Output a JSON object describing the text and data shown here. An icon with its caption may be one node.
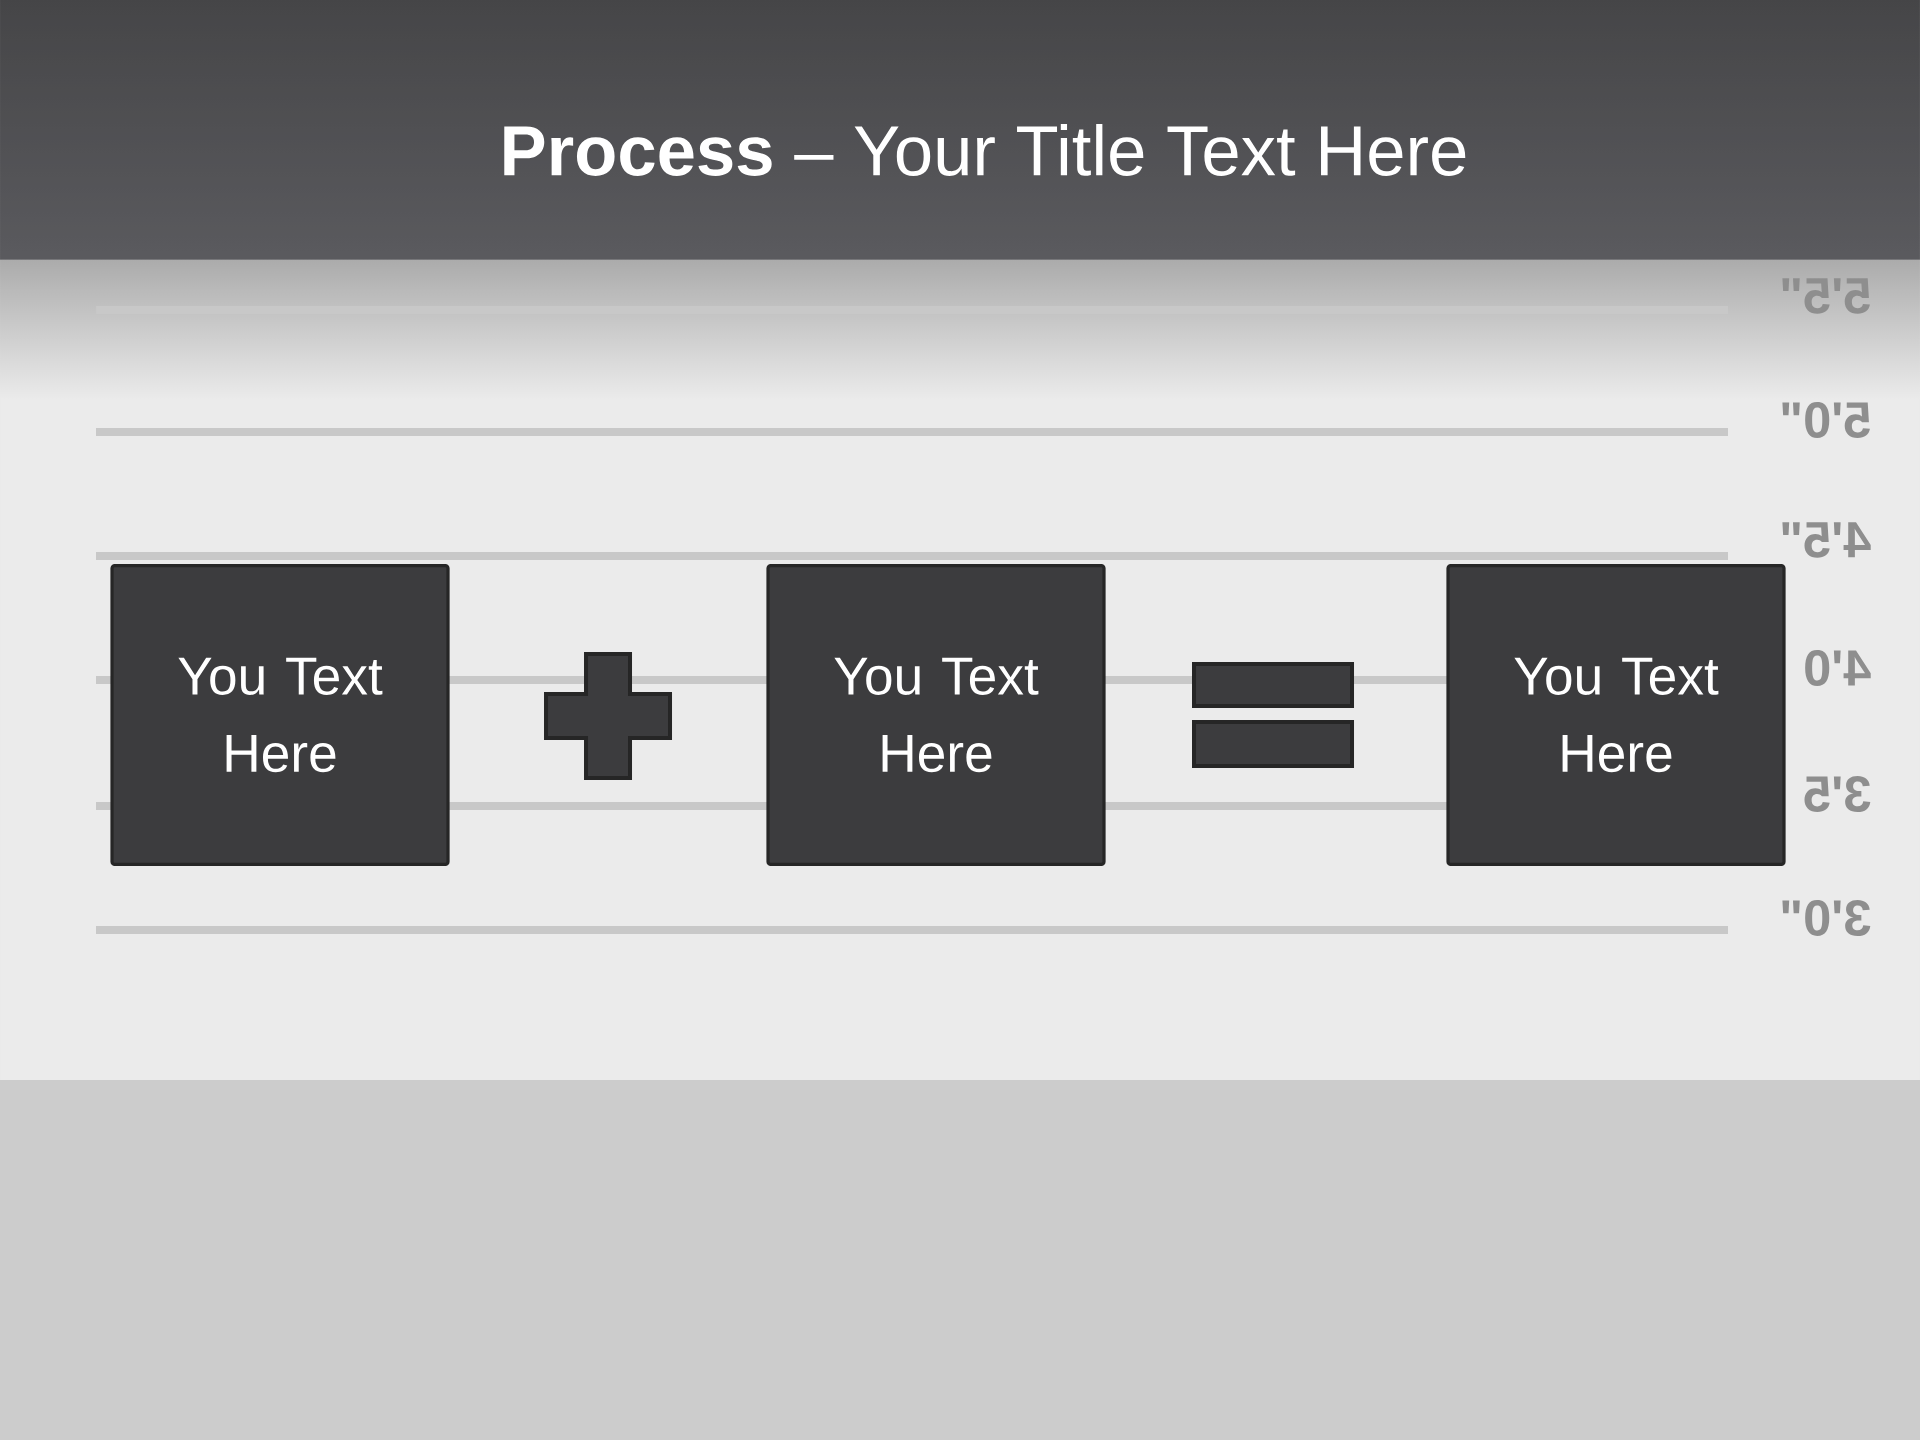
{
  "diagram": {
    "title": "**Process** – Your Title Text Here",
    "nodes": [
      {
        "text": [
          "You Text Here"
        ]
      },
      {
        "text": [
          "You Text Here"
        ]
      },
      {
        "text": [
          "You Text Here"
        ]
      }
    ],
    "labels": [
      "5'5\"",
      "5'0\"",
      "4'5\"",
      "4'0",
      "3'5",
      "3'0\""
    ]
  }
}
